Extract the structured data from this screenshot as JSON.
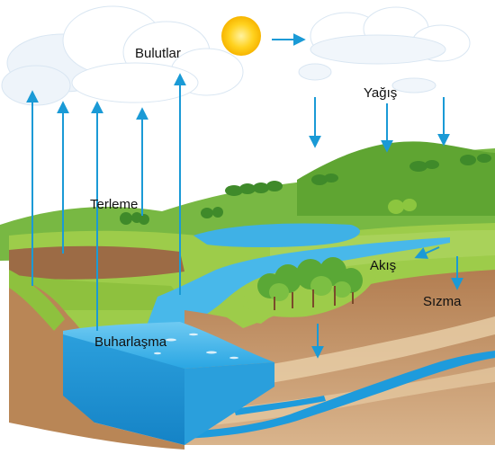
{
  "labels": {
    "clouds": "Bulutlar",
    "precipitation": "Yağış",
    "transpiration": "Terleme",
    "runoff": "Akış",
    "infiltration": "Sızma",
    "evaporation": "Buharlaşma"
  },
  "colors": {
    "arrow": "#1a9ad6",
    "water": "#3fb4e8",
    "water_deep": "#1b8fd0",
    "sky_cloud": "#ffffff",
    "grass": "#8cc63f",
    "hill_dark": "#4e9d2d",
    "soil": "#c8a27a",
    "soil_dark": "#8a5a3b",
    "sun": "#ffcc1a"
  }
}
